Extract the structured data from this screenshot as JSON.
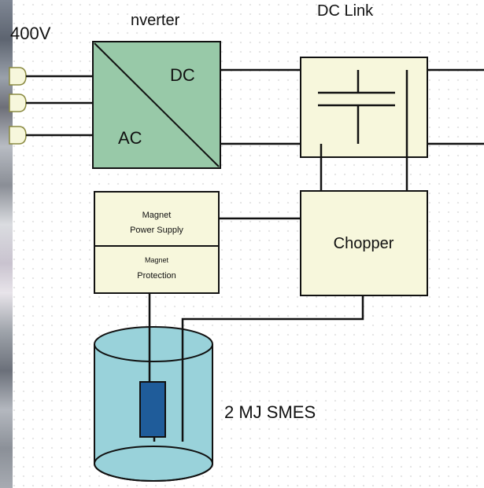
{
  "labels": {
    "voltage": "400V",
    "inverter": "nverter",
    "dc_link": "DC Link",
    "inv_dc": "DC",
    "inv_ac": "AC",
    "magnet_power_supply_line1": "Magnet",
    "magnet_power_supply_line2": "Power Supply",
    "protection_line1": "Magnet",
    "protection_line2": "Protection",
    "chopper": "Chopper",
    "smes": "2 MJ SMES"
  },
  "colors": {
    "inverter_fill": "#98c9a8",
    "box_fill": "#f7f7dc",
    "cylinder_fill": "#99d2da",
    "coil_fill": "#1f5c9a",
    "line": "#111111"
  }
}
